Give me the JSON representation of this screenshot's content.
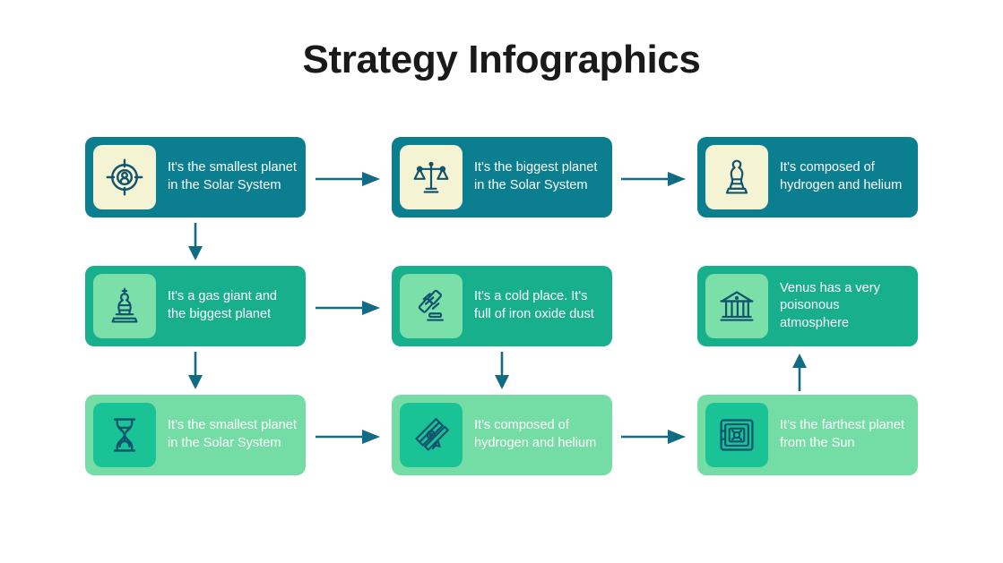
{
  "title": "Strategy Infographics",
  "colors": {
    "row1_card": "#0b7f8f",
    "row1_tile": "#f4f4d4",
    "row2_card": "#18b08c",
    "row2_tile": "#7adfa8",
    "row3_card": "#74dda5",
    "row3_tile": "#19c396",
    "icon_stroke": "#12536e",
    "arrow": "#106b85",
    "title_text": "#1a1a1a",
    "card_text": "#ffffff",
    "background": "#ffffff"
  },
  "cards": [
    {
      "id": "card-r1c1",
      "row": 1,
      "column": 1,
      "icon": "target-person-icon",
      "text": "It's the smallest planet in the Solar System"
    },
    {
      "id": "card-r1c2",
      "row": 1,
      "column": 2,
      "icon": "balance-scales-icon",
      "text": "It's the biggest planet in the Solar System"
    },
    {
      "id": "card-r1c3",
      "row": 1,
      "column": 3,
      "icon": "chess-rook-icon",
      "text": "It's composed of hydrogen and helium"
    },
    {
      "id": "card-r2c1",
      "row": 2,
      "column": 1,
      "icon": "chess-king-icon",
      "text": "It's a gas giant and the biggest planet"
    },
    {
      "id": "card-r2c2",
      "row": 2,
      "column": 2,
      "icon": "gavel-icon",
      "text": "It's a cold place. It's full of iron oxide dust"
    },
    {
      "id": "card-r2c3",
      "row": 2,
      "column": 3,
      "icon": "bank-building-icon",
      "text": "Venus has a very poisonous atmosphere"
    },
    {
      "id": "card-r3c1",
      "row": 3,
      "column": 1,
      "icon": "hourglass-icon",
      "text": "It's the smallest planet in the Solar System"
    },
    {
      "id": "card-r3c2",
      "row": 3,
      "column": 2,
      "icon": "diploma-ribbon-icon",
      "text": "It's composed of hydrogen and helium"
    },
    {
      "id": "card-r3c3",
      "row": 3,
      "column": 3,
      "icon": "safe-vault-icon",
      "text": "It's the farthest planet from the Sun"
    }
  ],
  "arrows": [
    {
      "id": "arrow-r1c1-to-r1c2",
      "direction": "right",
      "from": "card-r1c1",
      "to": "card-r1c2"
    },
    {
      "id": "arrow-r1c2-to-r1c3",
      "direction": "right",
      "from": "card-r1c2",
      "to": "card-r1c3"
    },
    {
      "id": "arrow-r1c1-to-r2c1",
      "direction": "down",
      "from": "card-r1c1",
      "to": "card-r2c1"
    },
    {
      "id": "arrow-r2c1-to-r2c2",
      "direction": "right",
      "from": "card-r2c1",
      "to": "card-r2c2"
    },
    {
      "id": "arrow-r2c1-to-r3c1",
      "direction": "down",
      "from": "card-r2c1",
      "to": "card-r3c1"
    },
    {
      "id": "arrow-r2c2-to-r3c2",
      "direction": "down",
      "from": "card-r2c2",
      "to": "card-r3c2"
    },
    {
      "id": "arrow-r3c1-to-r3c2",
      "direction": "right",
      "from": "card-r3c1",
      "to": "card-r3c2"
    },
    {
      "id": "arrow-r3c2-to-r3c3",
      "direction": "right",
      "from": "card-r3c2",
      "to": "card-r3c3"
    },
    {
      "id": "arrow-r3c3-to-r2c3",
      "direction": "up",
      "from": "card-r3c3",
      "to": "card-r2c3"
    }
  ]
}
